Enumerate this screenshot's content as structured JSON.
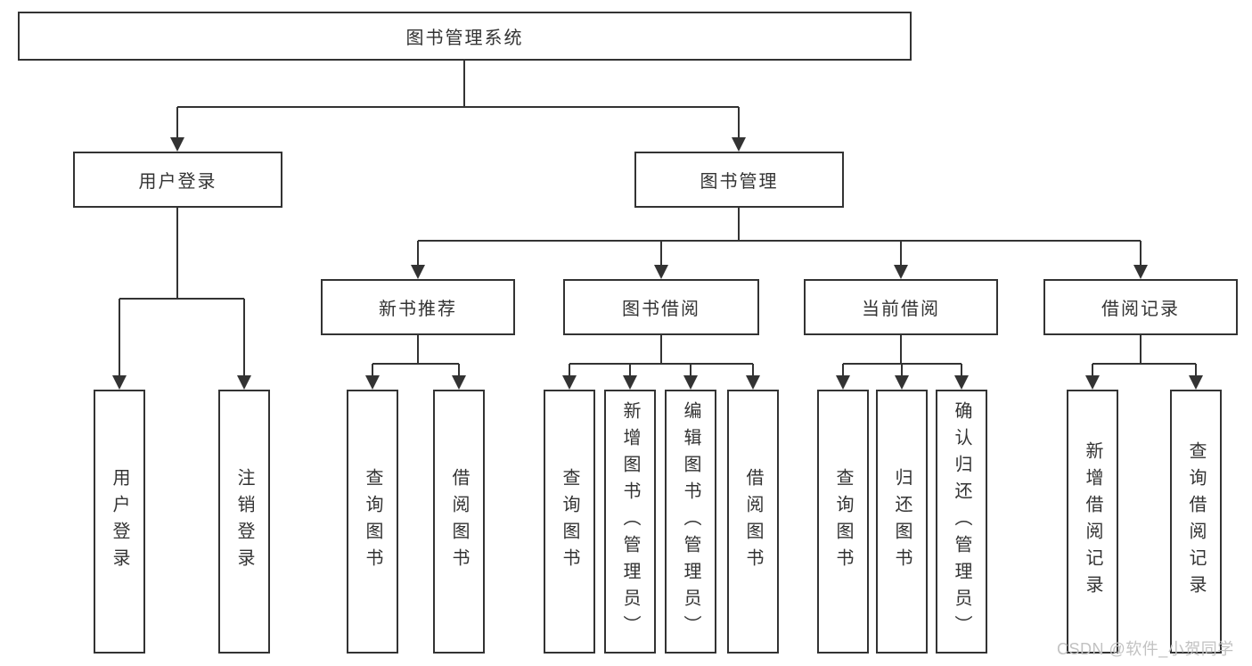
{
  "diagram_title": "图书管理系统",
  "colors": {
    "line": "#333333",
    "box_border": "#333333",
    "text": "#333333",
    "background": "#ffffff",
    "watermark": "#c2c2c2"
  },
  "tree": {
    "root": {
      "label": "图书管理系统"
    },
    "branches": [
      {
        "label": "用户登录",
        "children": [
          {
            "label": "用户登录"
          },
          {
            "label": "注销登录"
          }
        ]
      },
      {
        "label": "图书管理",
        "groups": [
          {
            "label": "新书推荐",
            "children": [
              {
                "label": "查询图书"
              },
              {
                "label": "借阅图书"
              }
            ]
          },
          {
            "label": "图书借阅",
            "children": [
              {
                "label": "查询图书"
              },
              {
                "label": "新增图书（管理员）"
              },
              {
                "label": "编辑图书（管理员）"
              },
              {
                "label": "借阅图书"
              }
            ]
          },
          {
            "label": "当前借阅",
            "children": [
              {
                "label": "查询图书"
              },
              {
                "label": "归还图书"
              },
              {
                "label": "确认归还（管理员）"
              }
            ]
          },
          {
            "label": "借阅记录",
            "children": [
              {
                "label": "新增借阅记录"
              },
              {
                "label": "查询借阅记录"
              }
            ]
          }
        ]
      }
    ]
  },
  "watermark": {
    "text": "CSDN @软件_小贺同学"
  }
}
